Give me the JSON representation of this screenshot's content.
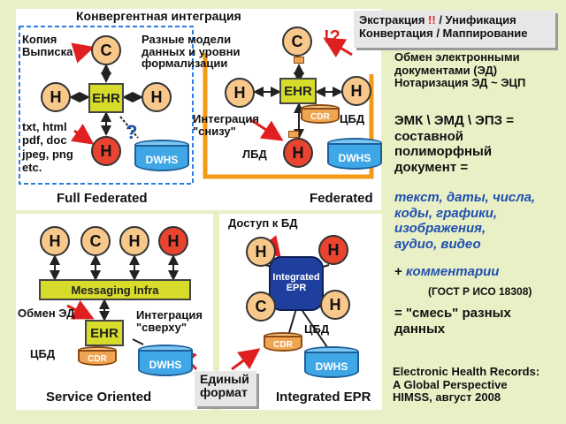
{
  "colors": {
    "background": "#e9f0c6",
    "node_fill": "#f8c88a",
    "node_red": "#e8442f",
    "ehr_fill": "#d7dc2a",
    "dwhs_fill": "#3fa7e6",
    "cdr_fill": "#f0a552",
    "accent_blue": "#1f4fb0",
    "dash_blue": "#2a7de1",
    "orange_bracket": "#f39b16",
    "arrow_red": "#e02020"
  },
  "q1": {
    "title": "Конвергентная интеграция",
    "copy_label": "Копия\nВыписка",
    "models_label": "Разные модели\nданных и уровни\nформализации",
    "formats_label": "txt, html\npdf, doc\njpeg, png\netc.",
    "question": "?",
    "node_c": "C",
    "node_h": "H",
    "ehr": "EHR",
    "dwhs": "DWHS",
    "integration_label": "Интеграция\n\"снизу\"",
    "exclaim": "!?",
    "cbd": "ЦБД",
    "lbd": "ЛБД",
    "cdr": "CDR",
    "full_federated": "Full Federated",
    "federated": "Federated"
  },
  "callout_top": {
    "line1_pre": "Экстракция ",
    "line1_mark": "!!",
    "line1_post": " / Унификация",
    "line2": "Конвертация / Маппирование"
  },
  "right": {
    "exchange": "Обмен электронными\nдокументами (ЭД)\nНотаризация ЭД ~ ЭЦП",
    "emk_def": "ЭМК \\ ЭМД \\ ЭПЗ =\nсоставной\nполиморфный\nдокумент =",
    "emk_blue": "текст, даты, числа,\nкоды, графики,\nизображения,\nаудио, видео",
    "comments_plus": "+ ",
    "comments": "комментарии",
    "gost": "(ГОСТ Р ИСО 18308)",
    "mix": "= \"смесь\" разных\nданных",
    "reference": "Electronic Health Records:\nA Global Perspective\nHIMSS, август 2008"
  },
  "q3": {
    "nodes": [
      "H",
      "C",
      "H",
      "H"
    ],
    "messaging": "Messaging Infra",
    "exchange": "Обмен ЭД",
    "integration_top": "Интеграция\n\"сверху\"",
    "ehr": "EHR",
    "cdr": "CDR",
    "dwhs": "DWHS",
    "cbd": "ЦБД",
    "service": "Service Oriented"
  },
  "q4": {
    "access": "Доступ к БД",
    "integrated_label": "Integrated\nEPR",
    "nodes": [
      "H",
      "H",
      "C",
      "H"
    ],
    "cbd": "ЦБД",
    "cdr": "CDR",
    "dwhs": "DWHS",
    "integrated": "Integrated EPR"
  },
  "callout_bottom": "Единый\nформат"
}
